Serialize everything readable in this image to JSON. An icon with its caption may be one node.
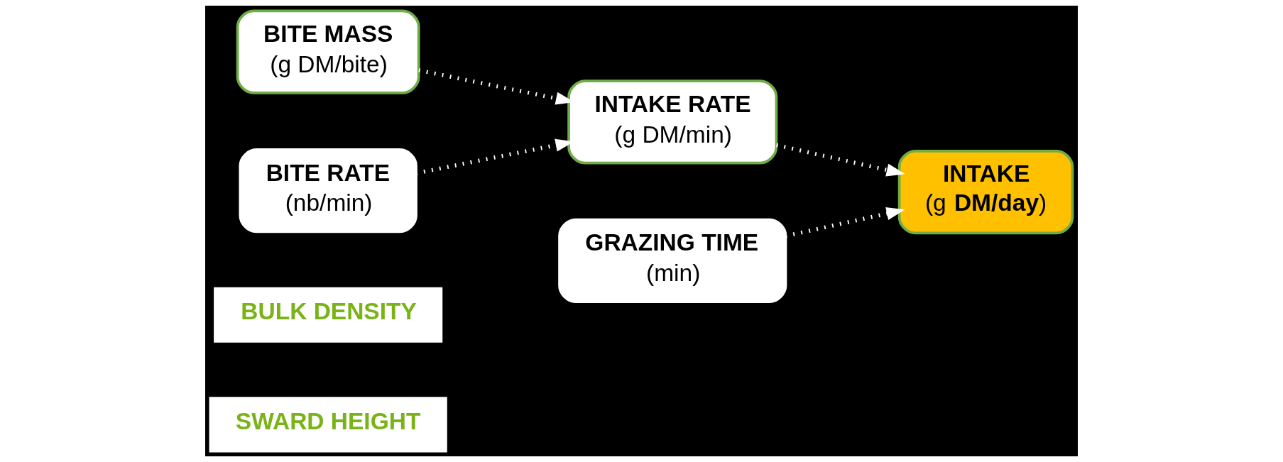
{
  "diagram": {
    "nodes": [
      {
        "text": [
          "SWARD HEIGHT"
        ]
      },
      {
        "text": [
          "BULK DENSITY"
        ]
      },
      {
        "text": [
          "BITE MASS",
          "(g DM/bite)"
        ]
      },
      {
        "text": [
          "BITE RATE",
          "(nb/min)"
        ]
      },
      {
        "text": [
          "INTAKE RATE",
          "(g DM/min)"
        ]
      },
      {
        "text": [
          "GRAZING TIME",
          "(min)"
        ]
      },
      {
        "text": [
          "INTAKE",
          "(g **DM/day**)"
        ]
      }
    ],
    "edges": [
      {
        "from": 2,
        "to": 4,
        "arrow": "to"
      },
      {
        "from": 3,
        "to": 4,
        "arrow": "to"
      },
      {
        "from": 4,
        "to": 6,
        "arrow": "to"
      },
      {
        "from": 5,
        "to": 6,
        "arrow": "to"
      }
    ]
  }
}
